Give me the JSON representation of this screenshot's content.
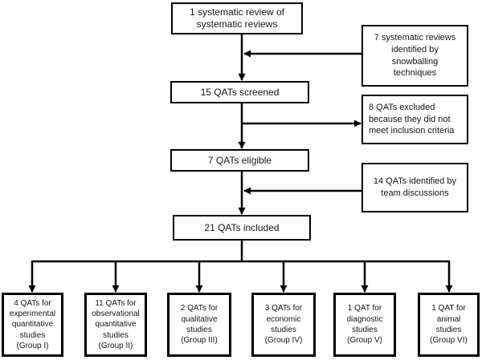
{
  "colors": {
    "line": "#000000",
    "box_border": "#000000",
    "background": "#ffffff",
    "text": "#141414"
  },
  "diagram": {
    "type": "flowchart",
    "nodes": {
      "start": {
        "label": "1 systematic review of\nsystematic reviews"
      },
      "snowballing": {
        "label": "7 systematic reviews\nidentified by\nsnowballing\ntechniques"
      },
      "screened": {
        "label": "15 QATs screened"
      },
      "excluded": {
        "label": "8 QATs excluded\nbecause they did not\nmeet inclusion criteria"
      },
      "eligible": {
        "label": "7 QATs eligible"
      },
      "team": {
        "label": "14 QATs identified by\nteam discussions"
      },
      "included": {
        "label": "21 QATs included"
      },
      "group1": {
        "label": "4 QATs for\nexperimental\nquantitative\nstudies\n(Group I)"
      },
      "group2": {
        "label": "11 QATs for\nobservational\nquantitative\nstudies\n(Group II)"
      },
      "group3": {
        "label": "2 QATs for\nqualitative\nstudies\n(Group III)"
      },
      "group4": {
        "label": "3 QATs for\neconomic\nstudies\n(Group IV)"
      },
      "group5": {
        "label": "1 QAT for\ndiagnostic\nstudies\n(Group V)"
      },
      "group6": {
        "label": "1 QAT for\nanimal\nstudies\n(Group VI)"
      }
    },
    "edges": [
      {
        "from": "start",
        "to": "screened"
      },
      {
        "from": "snowballing",
        "to": "screened",
        "note": "side input joining main flow"
      },
      {
        "from": "screened",
        "to": "eligible"
      },
      {
        "from": "screened",
        "to": "excluded",
        "note": "branch out of main flow"
      },
      {
        "from": "eligible",
        "to": "included"
      },
      {
        "from": "team",
        "to": "included",
        "note": "side input joining main flow"
      },
      {
        "from": "included",
        "to": "group1"
      },
      {
        "from": "included",
        "to": "group2"
      },
      {
        "from": "included",
        "to": "group3"
      },
      {
        "from": "included",
        "to": "group4"
      },
      {
        "from": "included",
        "to": "group5"
      },
      {
        "from": "included",
        "to": "group6"
      }
    ]
  }
}
